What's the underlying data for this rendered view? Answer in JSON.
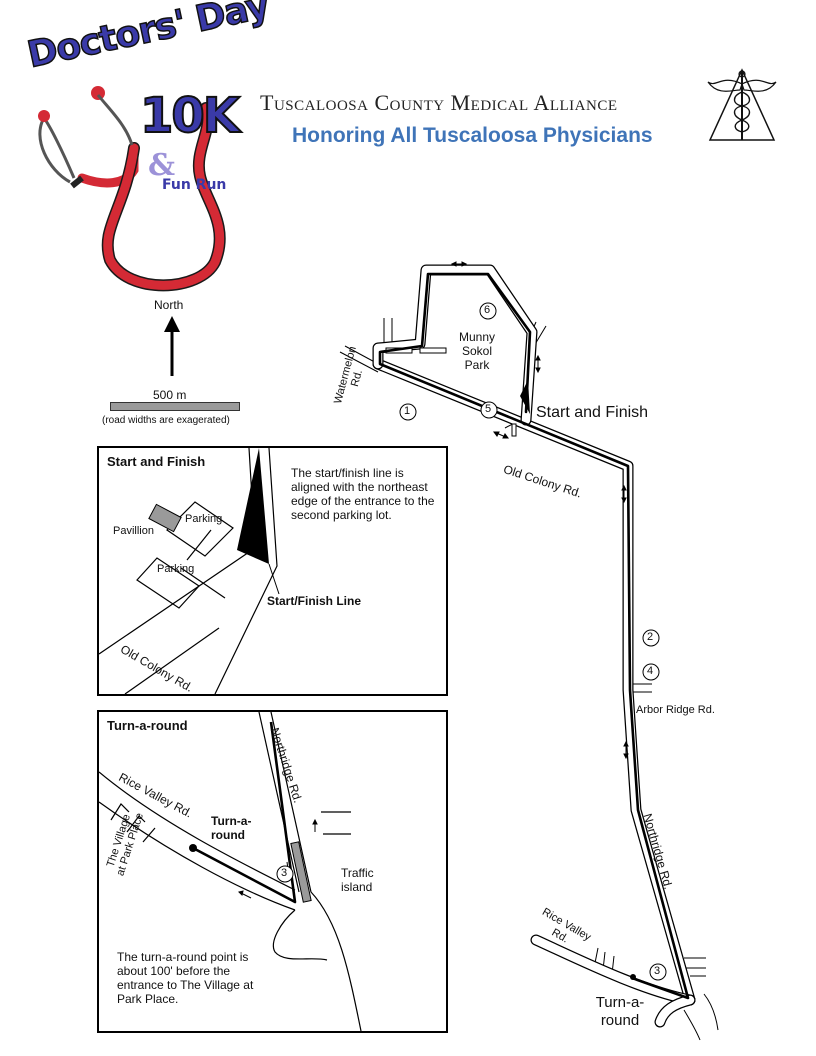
{
  "logo": {
    "line1": "Doctors' Day",
    "line2": "10K",
    "amp": "&",
    "line3": "Fun Run"
  },
  "header": {
    "organization": "Tuscaloosa County Medical Alliance",
    "tagline": "Honoring All Tuscaloosa Physicians"
  },
  "compass": {
    "label": "North"
  },
  "scale": {
    "label": "500 m",
    "note": "(road widths are exagerated)"
  },
  "main_map": {
    "labels": {
      "park": "Munny\nSokol\nPark",
      "start_finish": "Start and Finish",
      "watermelon": "Watermelon\nRd.",
      "old_colony": "Old Colony Rd.",
      "arbor_ridge": "Arbor Ridge Rd.",
      "northridge": "Northridge Rd.",
      "rice_valley": "Rice Valley\nRd.",
      "turnaround": "Turn-a-\nround"
    },
    "mile_markers": [
      "1",
      "2",
      "3",
      "4",
      "5",
      "6"
    ],
    "colors": {
      "route": "#000000",
      "road": "#ffffff",
      "road_edge": "#000000"
    }
  },
  "inset_start": {
    "title": "Start and Finish",
    "note": "The start/finish line is aligned with the northeast edge of the entrance to the second parking lot.",
    "labels": {
      "pavillion": "Pavillion",
      "parking1": "Parking",
      "parking2": "Parking",
      "line": "Start/Finish Line",
      "road": "Old Colony Rd."
    },
    "colors": {
      "pavillion": "#9a9a9a"
    }
  },
  "inset_turn": {
    "title": "Turn-a-round",
    "note": "The turn-a-round point is about 100' before the entrance to The Village at Park Place.",
    "labels": {
      "rice_valley": "Rice Valley Rd.",
      "village": "The Village\nat Park Place",
      "turnaround": "Turn-a-\nround",
      "northridge": "Northridge Rd.",
      "island": "Traffic\nisland",
      "marker": "3"
    },
    "colors": {
      "island": "#9a9a9a"
    }
  },
  "palette": {
    "logo_blue": "#3a3aa8",
    "logo_red": "#d42a35",
    "logo_lavender": "#9c92d8",
    "tagline_blue": "#3f74b8"
  }
}
